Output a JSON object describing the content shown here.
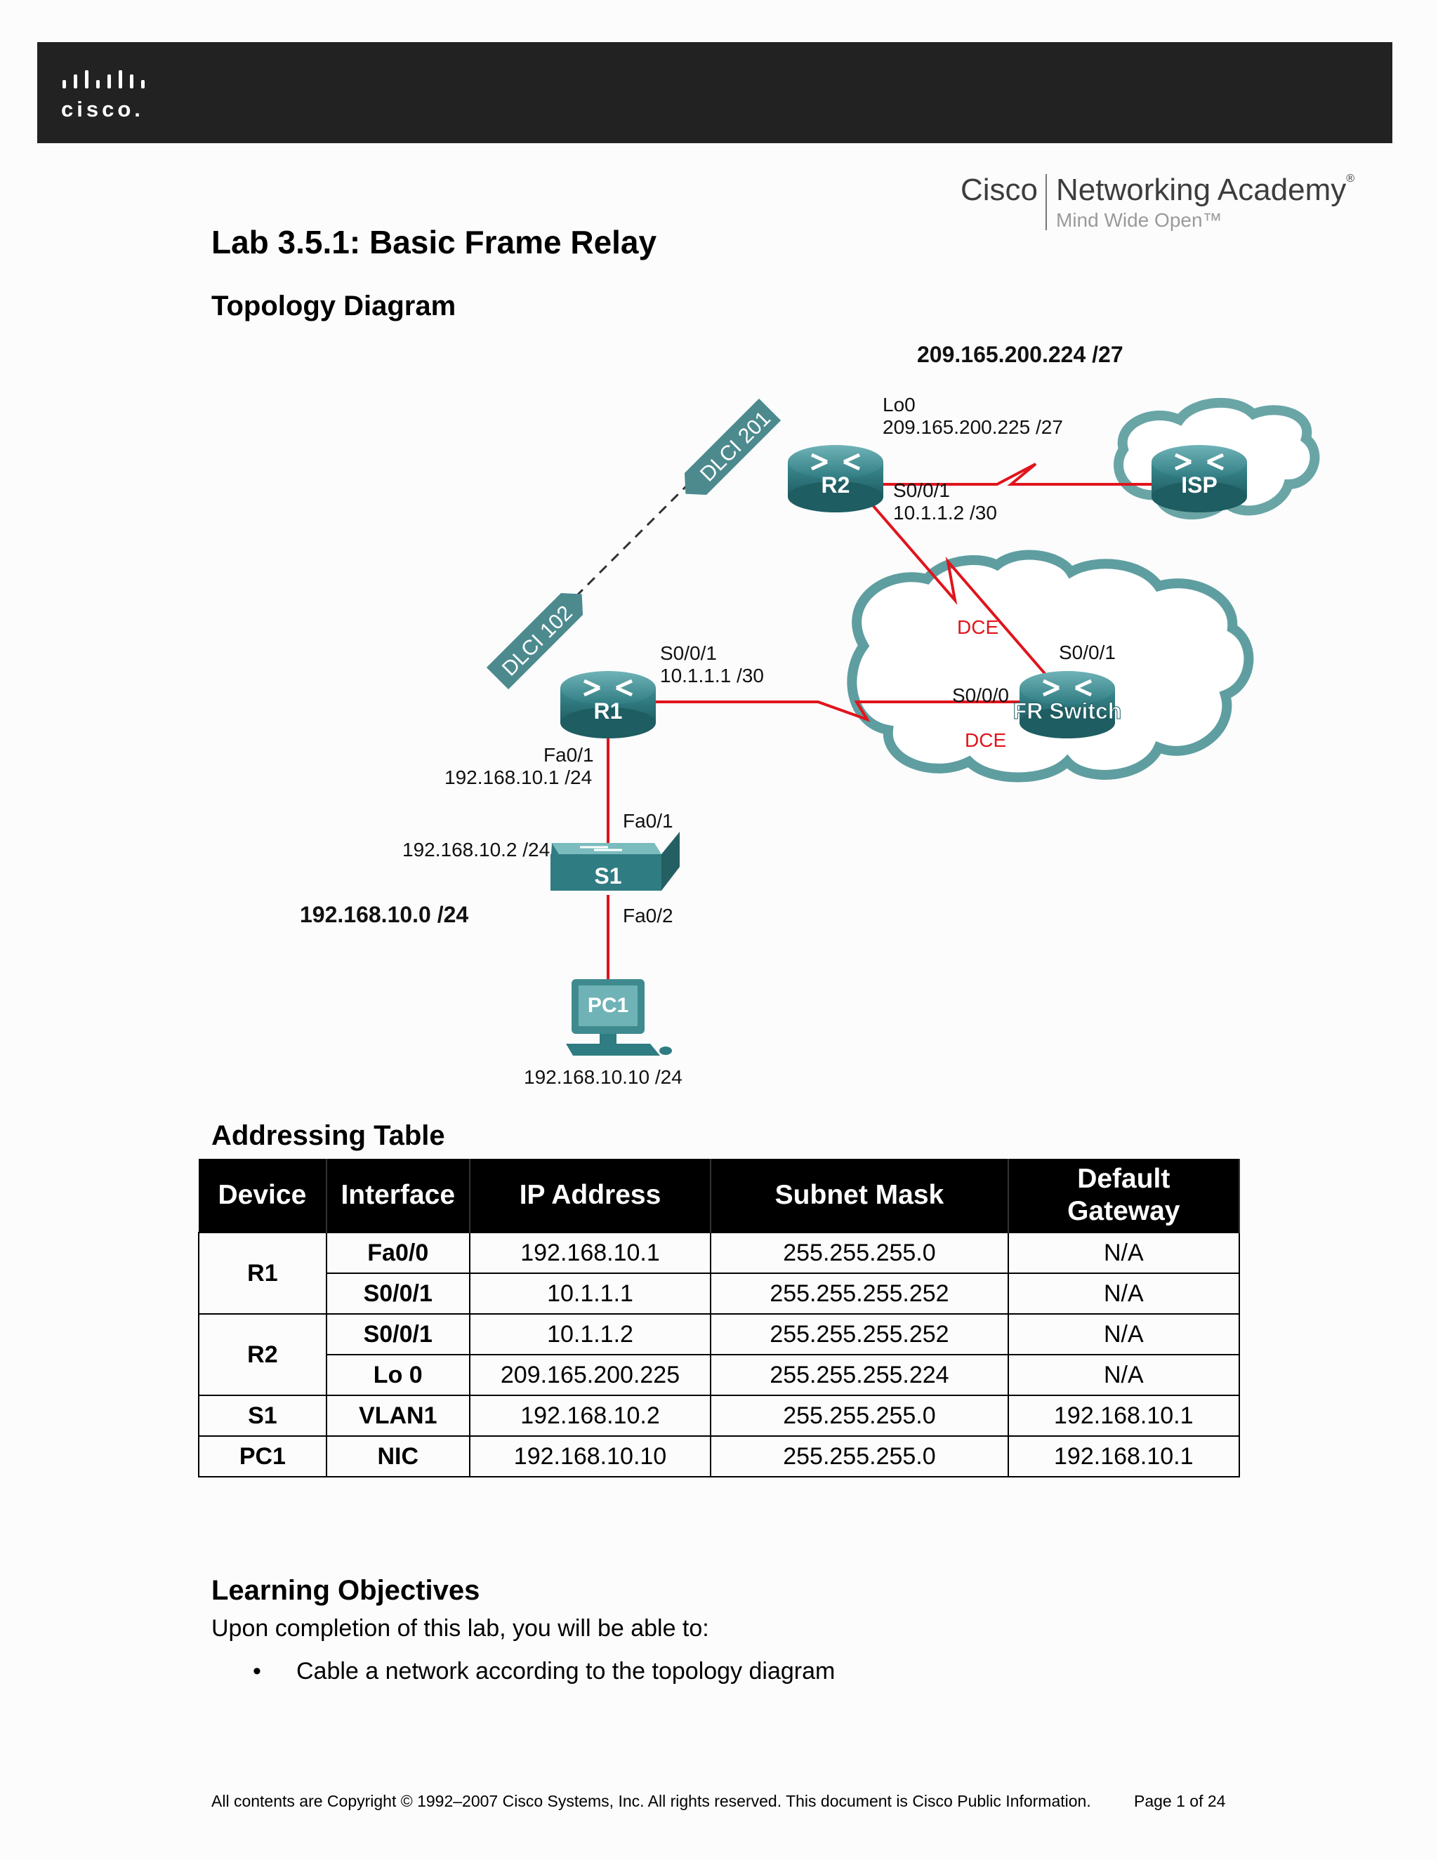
{
  "header": {
    "logo_text": "cisco.",
    "brand_cisco": "Cisco",
    "brand_academy": "Networking Academy",
    "brand_registered": "®",
    "brand_tagline": "Mind Wide Open™"
  },
  "title": "Lab 3.5.1: Basic Frame Relay",
  "topology": {
    "heading": "Topology Diagram",
    "network_r2": "209.165.200.224 /27",
    "r2_lo0": "Lo0",
    "r2_lo0_ip": "209.165.200.225 /27",
    "r2_s001": "S0/0/1",
    "r2_s001_ip": "10.1.1.2 /30",
    "dlci_201": "DLCI 201",
    "dlci_102": "DLCI 102",
    "r1_s001": "S0/0/1",
    "r1_s001_ip": "10.1.1.1 /30",
    "r1_fa01": "Fa0/1",
    "r1_fa01_ip": "192.168.10.1 /24",
    "dce_top": "DCE",
    "dce_bottom": "DCE",
    "fr_s001": "S0/0/1",
    "fr_s000": "S0/0/0",
    "s1_fa01": "Fa0/1",
    "s1_ip": "192.168.10.2 /24",
    "s1_fa02": "Fa0/2",
    "lan_network": "192.168.10.0 /24",
    "pc1_ip": "192.168.10.10 /24",
    "devices": {
      "r1": "R1",
      "r2": "R2",
      "isp": "ISP",
      "fr_switch": "FR Switch",
      "s1": "S1",
      "pc1": "PC1"
    },
    "colors": {
      "link": "#e0141c",
      "device": "#2f7c82",
      "cloud": "#5f9ea0"
    }
  },
  "addressing": {
    "heading": "Addressing Table",
    "headers": {
      "device": "Device",
      "interface": "Interface",
      "ip": "IP Address",
      "mask": "Subnet Mask",
      "gateway_1": "Default",
      "gateway_2": "Gateway"
    },
    "rows": [
      {
        "device": "R1",
        "interface": "Fa0/0",
        "ip": "192.168.10.1",
        "mask": "255.255.255.0",
        "gateway": "N/A"
      },
      {
        "interface": "S0/0/1",
        "ip": "10.1.1.1",
        "mask": "255.255.255.252",
        "gateway": "N/A"
      },
      {
        "device": "R2",
        "interface": "S0/0/1",
        "ip": "10.1.1.2",
        "mask": "255.255.255.252",
        "gateway": "N/A"
      },
      {
        "interface": "Lo 0",
        "ip": "209.165.200.225",
        "mask": "255.255.255.224",
        "gateway": "N/A"
      },
      {
        "device": "S1",
        "interface": "VLAN1",
        "ip": "192.168.10.2",
        "mask": "255.255.255.0",
        "gateway": "192.168.10.1"
      },
      {
        "device": "PC1",
        "interface": "NIC",
        "ip": "192.168.10.10",
        "mask": "255.255.255.0",
        "gateway": "192.168.10.1"
      }
    ]
  },
  "objectives": {
    "heading": "Learning Objectives",
    "intro": "Upon completion of this lab, you will be able to:",
    "bullet_symbol": "•",
    "items": [
      "Cable a network according to the topology diagram"
    ]
  },
  "footer": {
    "copyright": "All contents are Copyright © 1992–2007 Cisco Systems, Inc. All rights reserved. This document is Cisco Public Information.",
    "page": "Page 1 of 24"
  }
}
